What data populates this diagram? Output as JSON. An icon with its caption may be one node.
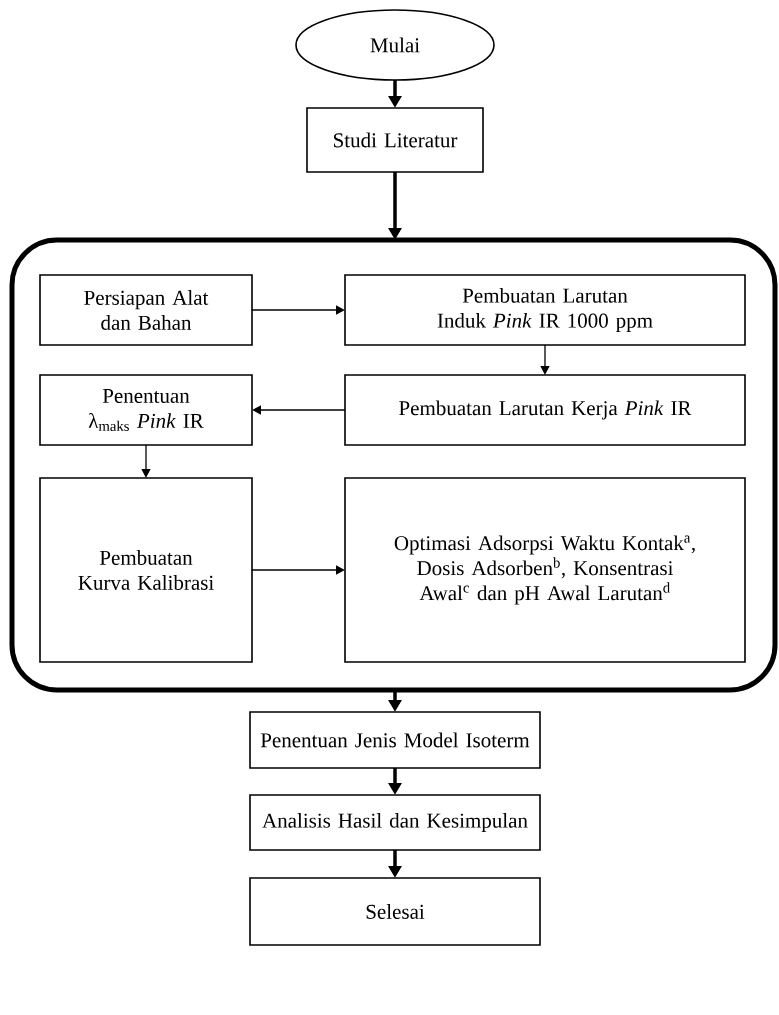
{
  "diagram": {
    "nodes": [
      {
        "text": [
          "Mulai"
        ]
      },
      {
        "text": [
          "Studi Literatur"
        ]
      },
      {
        "text": [],
        "shape": "box"
      },
      {
        "text": [
          "Persiapan Alat dan Bahan"
        ],
        "in": 2
      },
      {
        "text": [
          "Pembuatan Larutan Induk *Pink* IR 1000 ppm"
        ],
        "in": 2
      },
      {
        "text": [
          "Pembuatan Larutan Kerja *Pink* IR"
        ],
        "in": 2
      },
      {
        "text": [
          "Penentuan λ$_{maks}$ *Pink* IR"
        ],
        "in": 2
      },
      {
        "text": [
          "Pembuatan Kurva Kalibrasi"
        ],
        "in": 2
      },
      {
        "text": [
          "Optimasi Adsorpsi Waktu Kontak$^{a}$, Dosis Adsorben$^{b}$, Konsentrasi Awal$^{c}$ dan pH Awal Larutan$^{d}$"
        ],
        "in": 2
      },
      {
        "text": [
          "Penentuan Jenis Model Isoterm"
        ]
      },
      {
        "text": [
          "Analisis Hasil dan Kesimpulan"
        ]
      },
      {
        "text": [
          "Selesai"
        ]
      }
    ],
    "edges": [
      {
        "from": 0,
        "to": 1,
        "arrow": "to",
        "style": "thick"
      },
      {
        "from": 1,
        "to": 2,
        "arrow": "to",
        "style": "thick"
      },
      {
        "from": 3,
        "to": 4,
        "arrow": "to"
      },
      {
        "from": 4,
        "to": 5,
        "arrow": "to"
      },
      {
        "from": 5,
        "to": 6,
        "arrow": "to"
      },
      {
        "from": 6,
        "to": 7,
        "arrow": "to"
      },
      {
        "from": 7,
        "to": 8,
        "arrow": "to"
      },
      {
        "from": 2,
        "to": 9,
        "arrow": "to",
        "style": "thick"
      },
      {
        "from": 9,
        "to": 10,
        "arrow": "to",
        "style": "thick"
      },
      {
        "from": 10,
        "to": 11,
        "arrow": "to",
        "style": "thick"
      }
    ]
  }
}
